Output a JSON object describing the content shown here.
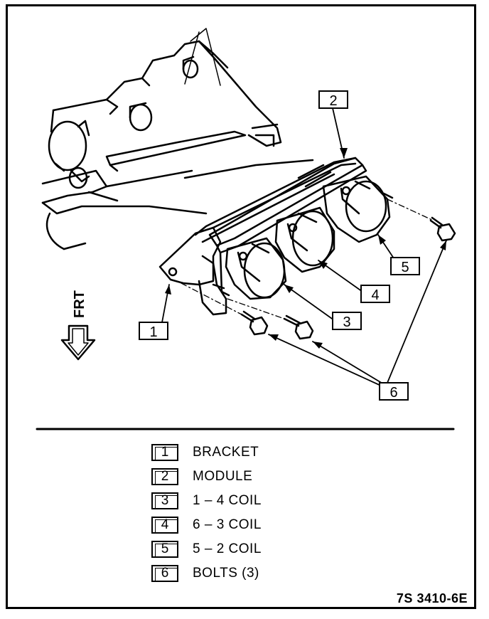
{
  "callouts": [
    {
      "number": "1"
    },
    {
      "number": "2"
    },
    {
      "number": "3"
    },
    {
      "number": "4"
    },
    {
      "number": "5"
    },
    {
      "number": "6"
    }
  ],
  "direction": {
    "label": "FRT"
  },
  "legend": [
    {
      "number": "1",
      "label": "BRACKET"
    },
    {
      "number": "2",
      "label": "MODULE"
    },
    {
      "number": "3",
      "label": "1 – 4 COIL"
    },
    {
      "number": "4",
      "label": "6 – 3 COIL"
    },
    {
      "number": "5",
      "label": "5 – 2 COIL"
    },
    {
      "number": "6",
      "label": "BOLTS (3)"
    }
  ],
  "figure_code": "7S 3410-6E"
}
